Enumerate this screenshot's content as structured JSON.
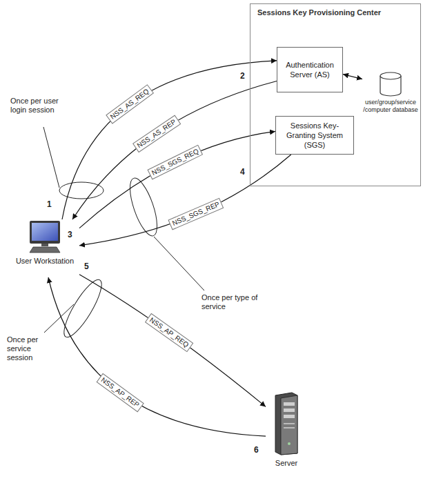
{
  "diagram": {
    "nodes": [
      {
        "text": [
          "Sessions Key Provisioning Center"
        ]
      },
      {
        "text": [
          "Authentication Server (AS)"
        ],
        "in": 0
      },
      {
        "text": [
          "user/group/service /computer database"
        ],
        "in": 0
      },
      {
        "text": [
          "Sessions Key-Granting System (SGS)"
        ],
        "in": 0
      },
      {
        "text": [
          "User Workstation"
        ]
      },
      {
        "text": [
          "Server"
        ]
      }
    ],
    "edges": [
      {
        "from": 4,
        "to": 1,
        "label": "NSS_AS_REQ",
        "arrow": "to"
      },
      {
        "from": 1,
        "to": 4,
        "label": "NSS_AS_REP",
        "arrow": "to"
      },
      {
        "from": 4,
        "to": 3,
        "label": "NSS_SGS_REQ",
        "arrow": "to"
      },
      {
        "from": 3,
        "to": 4,
        "label": "NSS_SGS_REP",
        "arrow": "to"
      },
      {
        "from": 4,
        "to": 5,
        "label": "NSS_AP_REQ",
        "arrow": "to"
      },
      {
        "from": 5,
        "to": 4,
        "label": "NSS_AP_REP",
        "arrow": "to"
      },
      {
        "from": 1,
        "to": 2,
        "arrow": "both"
      }
    ],
    "labels": [
      "Once per user login session",
      "Once per type of service",
      "Once per service session",
      "1",
      "2",
      "3",
      "4",
      "5",
      "6"
    ]
  }
}
